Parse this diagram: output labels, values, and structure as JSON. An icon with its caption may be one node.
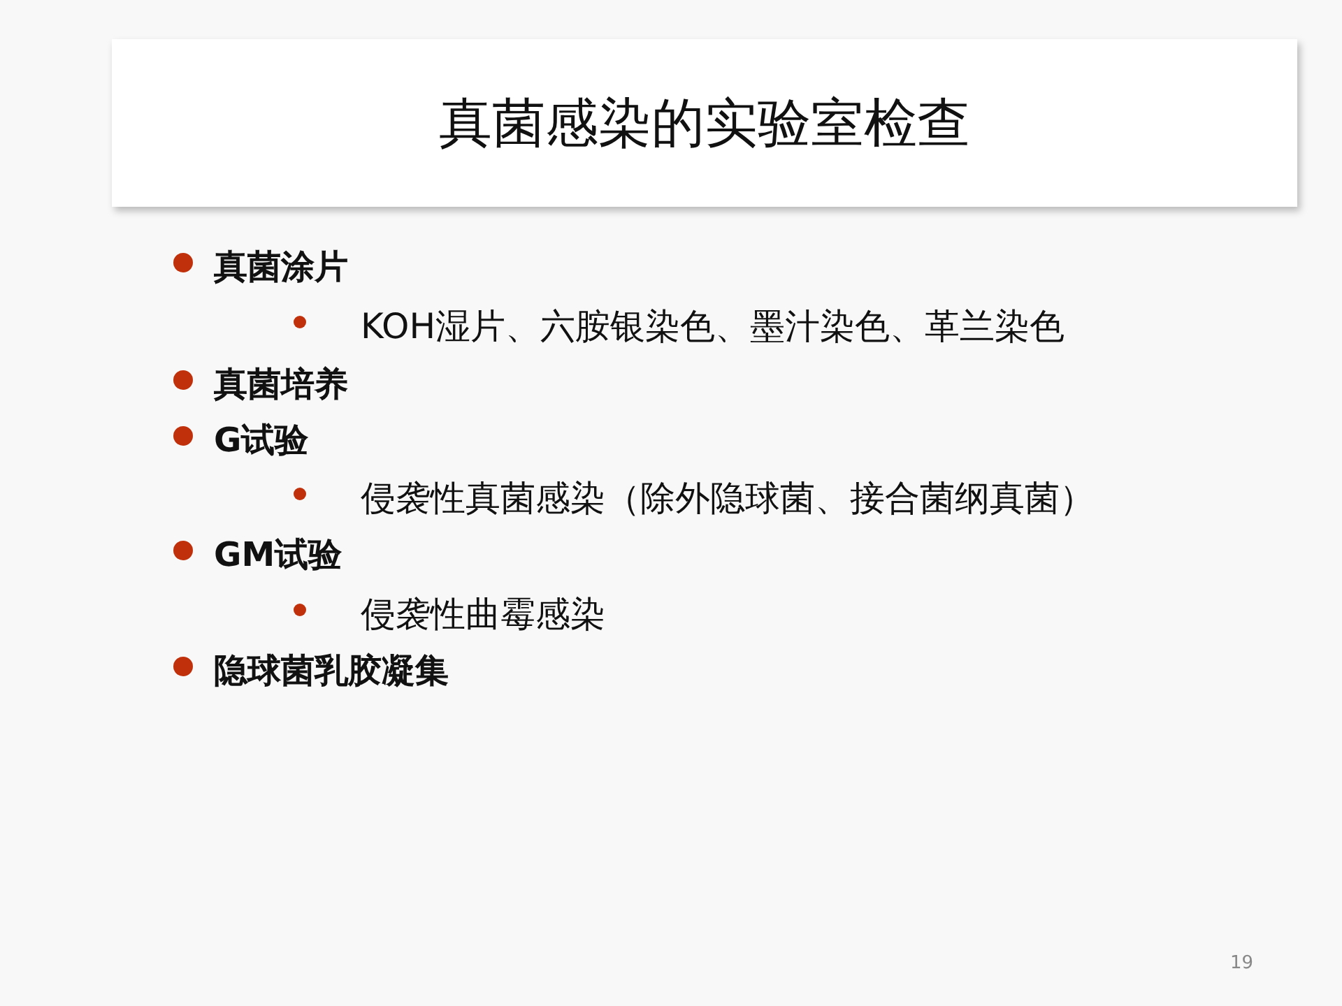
{
  "diagram": {
    "title": "真菌感染的实验室检查",
    "labels": [
      "真菌涂片",
      "KOH湿片、六胺银染色、墨汁染色、革兰染色",
      "真菌培养",
      "G试验",
      "侵袭性真菌感染（除外隐球菌、接合菌纲真菌）",
      "GM试验",
      "侵袭性曲霉感染",
      "隐球菌乳胶凝集",
      "19"
    ]
  }
}
